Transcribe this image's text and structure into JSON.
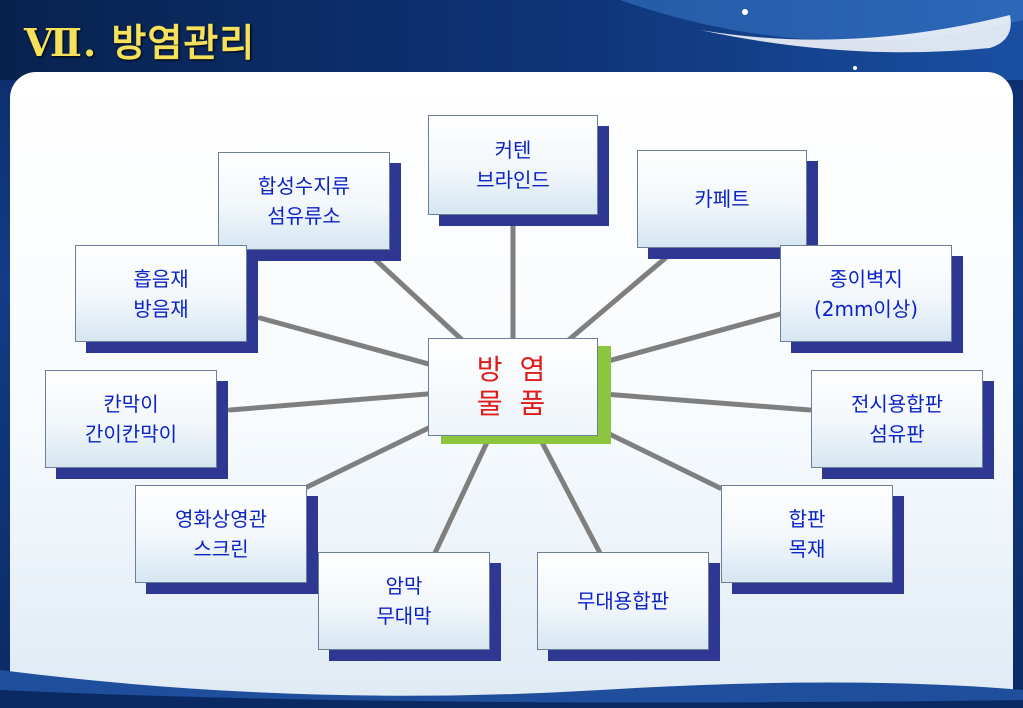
{
  "title": "Ⅶ. 방염관리",
  "center": {
    "line1": "방 염",
    "line2": "물 품"
  },
  "items": [
    {
      "line1": "커텐",
      "line2": "브라인드"
    },
    {
      "line1": "합성수지류",
      "line2": "섬유류소"
    },
    {
      "line1": "카페트",
      "line2": ""
    },
    {
      "line1": "흡음재",
      "line2": "방음재"
    },
    {
      "line1": "종이벽지",
      "line2": "(2mm이상)"
    },
    {
      "line1": "칸막이",
      "line2": "간이칸막이"
    },
    {
      "line1": "전시용합판",
      "line2": "섬유판"
    },
    {
      "line1": "영화상영관",
      "line2": "스크린"
    },
    {
      "line1": "합판",
      "line2": "목재"
    },
    {
      "line1": "암막",
      "line2": "무대막"
    },
    {
      "line1": "무대용합판",
      "line2": ""
    }
  ],
  "colors": {
    "text": "#0b23c6",
    "center_text": "#e01b1b",
    "box_shadow": "#2e3791",
    "center_shadow": "#8cc63f",
    "title": "#f6e15a",
    "line": "#7f7f7f"
  }
}
